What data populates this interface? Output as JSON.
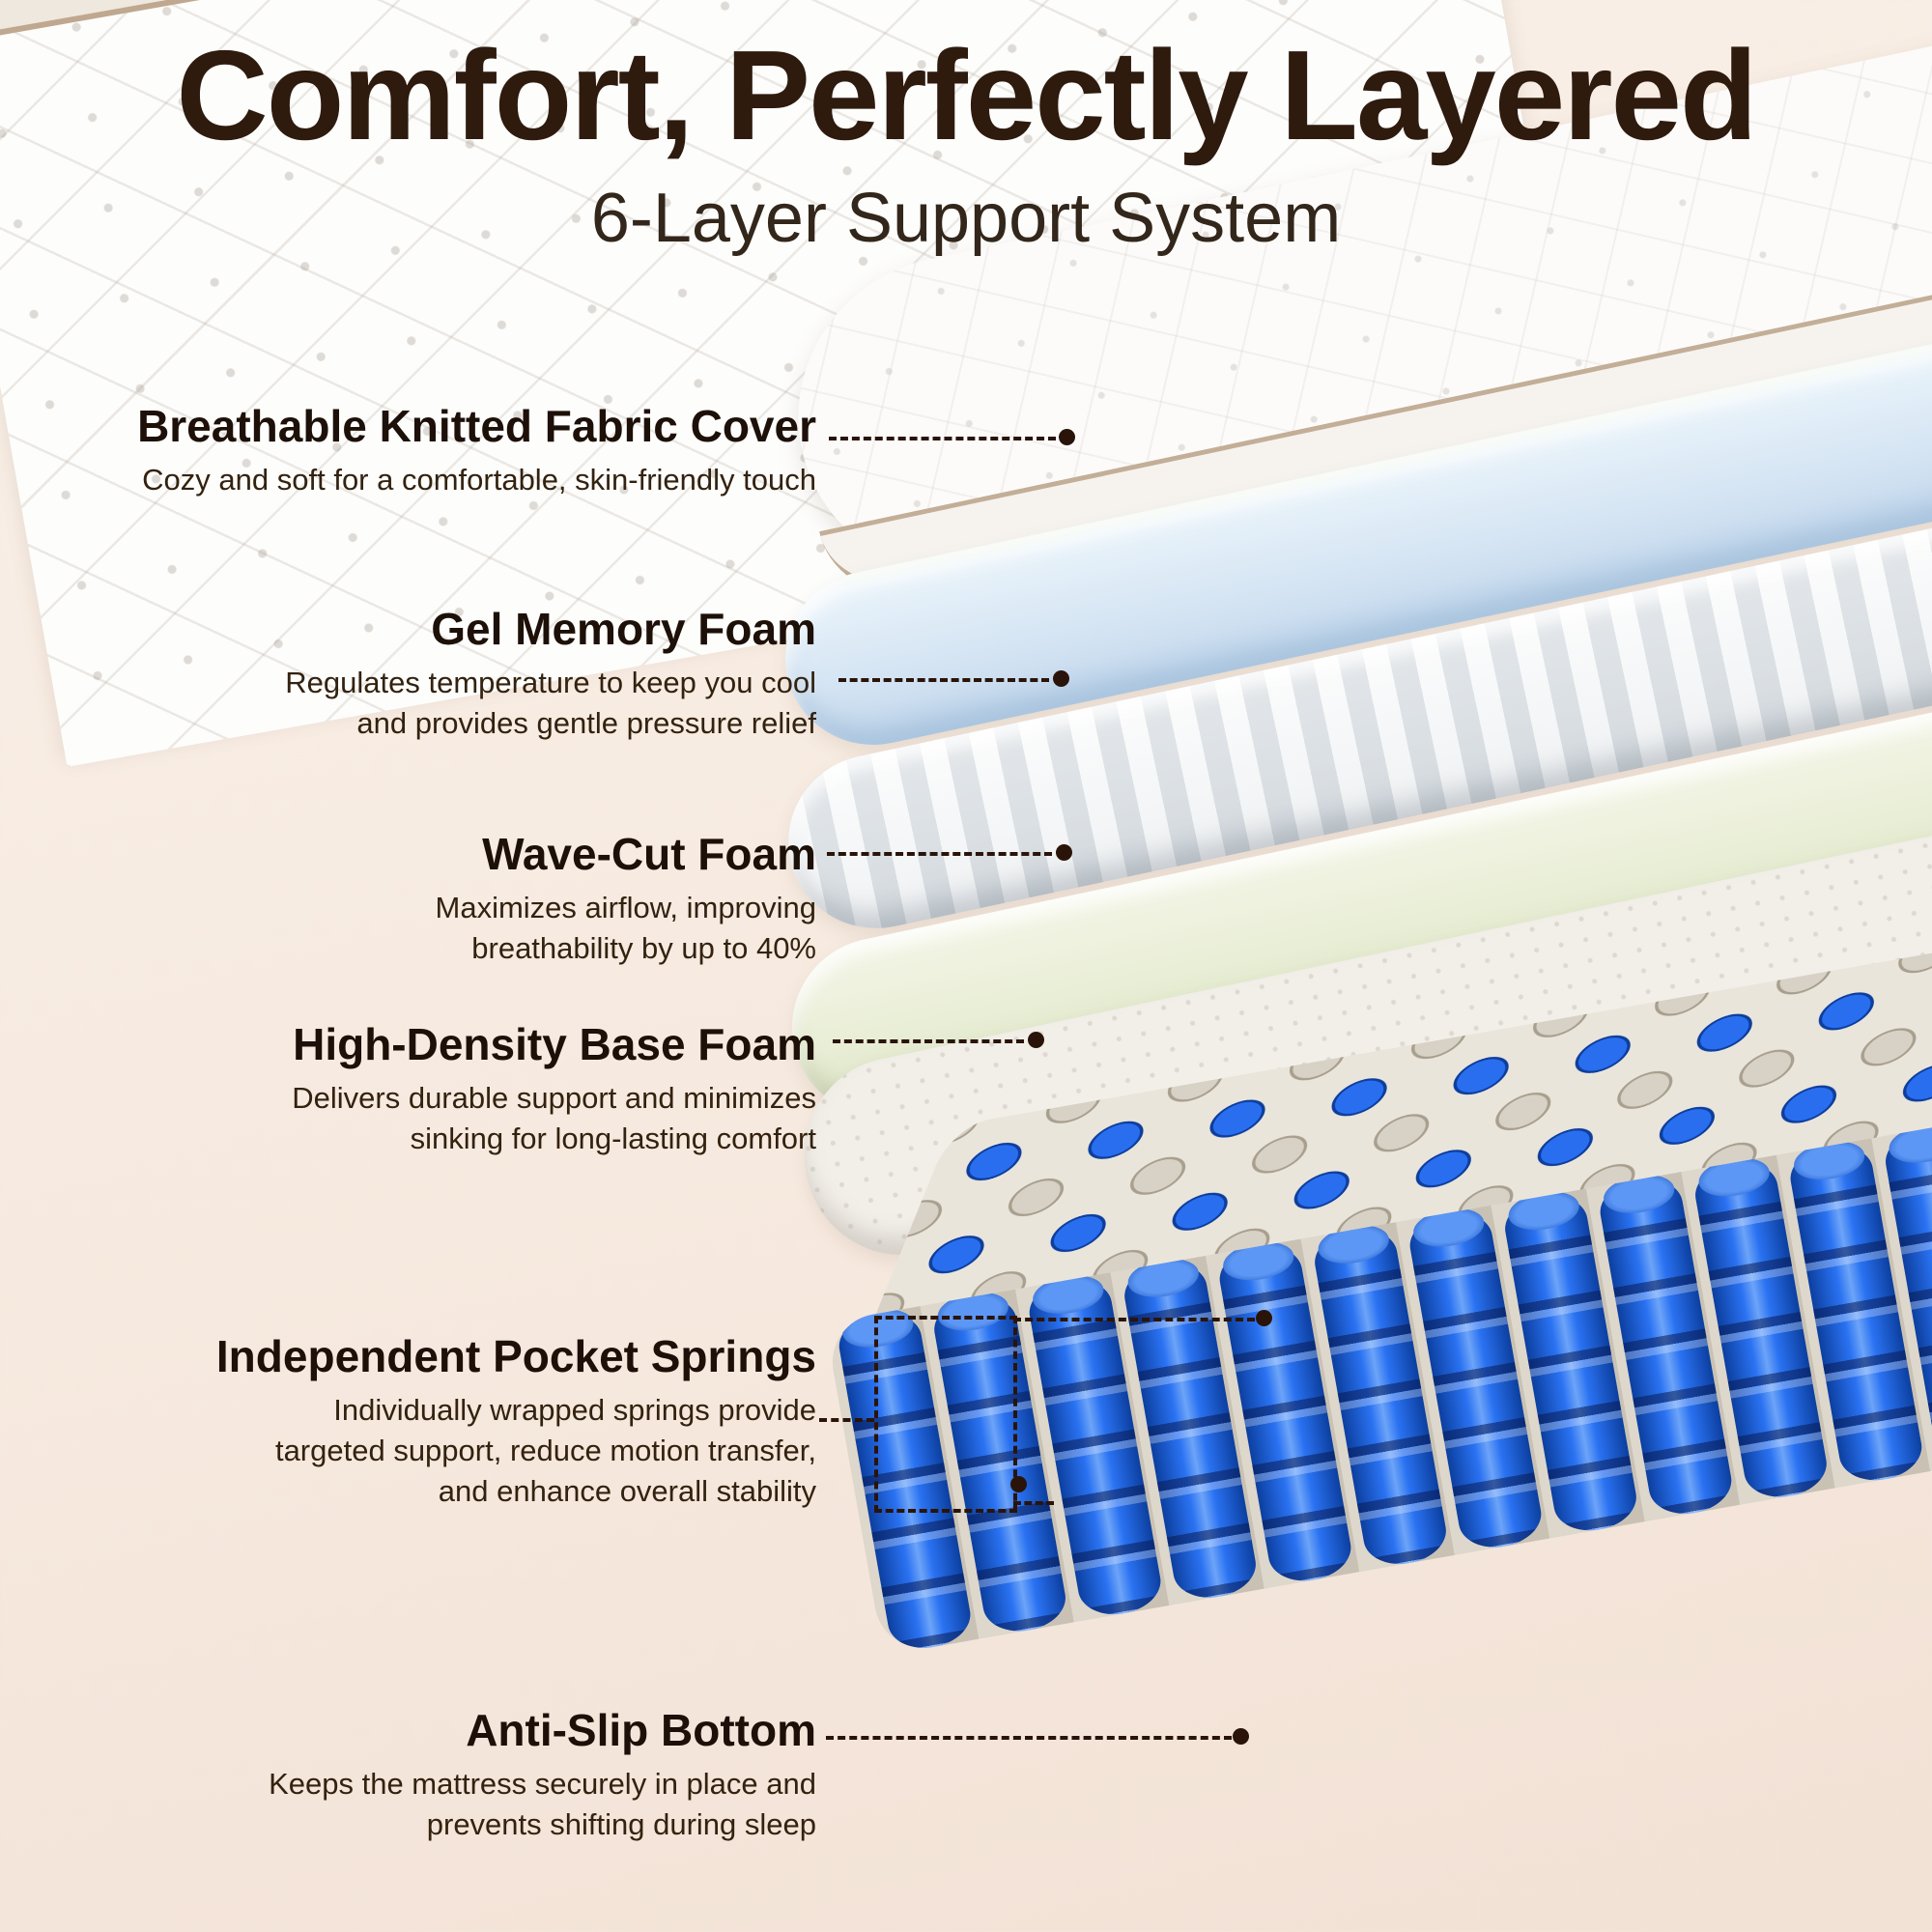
{
  "header": {
    "title": "Comfort, Perfectly Layered",
    "subtitle": "6-Layer Support System"
  },
  "layers": [
    {
      "name": "Breathable Knitted Fabric Cover",
      "description": "Cozy and soft for a comfortable, skin-friendly touch"
    },
    {
      "name": "Gel Memory Foam",
      "description": "Regulates temperature to keep you cool and provides gentle pressure relief"
    },
    {
      "name": "Wave-Cut Foam",
      "description": "Maximizes airflow, improving breathability by up to 40%"
    },
    {
      "name": "High-Density Base Foam",
      "description": "Delivers durable support and minimizes sinking for long-lasting comfort"
    },
    {
      "name": "Independent Pocket Springs",
      "description": "Individually wrapped springs provide targeted support, reduce motion transfer, and enhance overall stability"
    },
    {
      "name": "Anti-Slip Bottom",
      "description": "Keeps the mattress securely in place and prevents shifting during sleep"
    }
  ],
  "colors": {
    "background": "#f7ebe1",
    "title_text": "#2e1b0e",
    "body_text": "#33220f",
    "connector": "#2a1409",
    "spring_blue": "#1b5ff0",
    "gel_blue": "#d7e6f4",
    "foam_green": "#e9eed6",
    "piping_tan": "#bfa88f"
  }
}
